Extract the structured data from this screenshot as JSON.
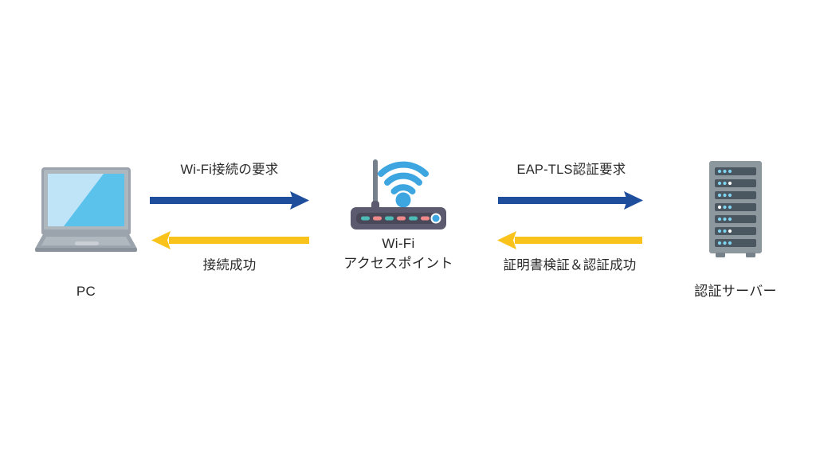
{
  "diagram": {
    "title_visible": false,
    "background": "#ffffff",
    "colors": {
      "arrow_blue": "#1F4E9C",
      "arrow_yellow": "#F9C31B",
      "text": "#262626",
      "laptop_frame": "#9BA3AC",
      "laptop_screen_light": "#BFE4F7",
      "laptop_screen_blue": "#5BC2EC",
      "router_body": "#5B5A6E",
      "router_led_teal": "#4DBBB5",
      "router_led_pink": "#F08A8A",
      "wifi_blue": "#3DA5E0",
      "server_body": "#8D979E",
      "server_slot": "#4A5761",
      "server_led": "#7FD4F0"
    }
  },
  "nodes": [
    {
      "id": "pc",
      "icon": "laptop-icon",
      "label_lines": [
        "PC"
      ]
    },
    {
      "id": "access-point",
      "icon": "wifi-router-icon",
      "label_lines": [
        "Wi-Fi",
        "アクセスポイント"
      ]
    },
    {
      "id": "auth-server",
      "icon": "server-icon",
      "label_lines": [
        "認証サーバー"
      ]
    }
  ],
  "flows": [
    {
      "id": "pc-to-ap-request",
      "label": "Wi-Fi接続の要求",
      "direction": "right",
      "color_key": "arrow_blue",
      "label_position": "above"
    },
    {
      "id": "ap-to-pc-success",
      "label": "接続成功",
      "direction": "left",
      "color_key": "arrow_yellow",
      "label_position": "below"
    },
    {
      "id": "ap-to-server-auth",
      "label": "EAP-TLS認証要求",
      "direction": "right",
      "color_key": "arrow_blue",
      "label_position": "above"
    },
    {
      "id": "server-to-ap-verified",
      "label": "証明書検証＆認証成功",
      "direction": "left",
      "color_key": "arrow_yellow",
      "label_position": "below"
    }
  ]
}
